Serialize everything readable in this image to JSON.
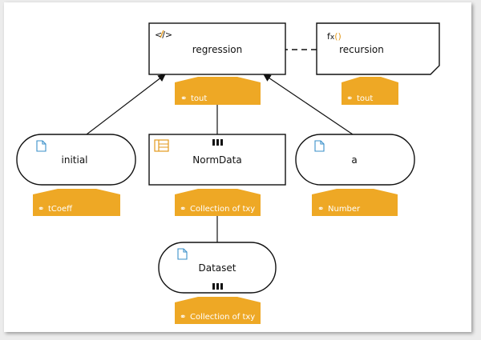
{
  "nodes": {
    "regression": {
      "label": "regression",
      "icon": "code-icon",
      "port": "tout"
    },
    "recursion": {
      "label": "recursion",
      "icon": "function-icon",
      "icon_text": "fx()",
      "port": "tout"
    },
    "initial": {
      "label": "initial",
      "icon": "document-icon",
      "port": "tCoeff"
    },
    "normdata": {
      "label": "NormData",
      "icon": "table-icon",
      "port": "Collection of txy"
    },
    "a": {
      "label": "a",
      "icon": "document-icon",
      "port": "Number"
    },
    "dataset": {
      "label": "Dataset",
      "icon": "document-icon",
      "port": "Collection of txy"
    }
  },
  "colors": {
    "tag": "#eea825",
    "tag_dark": "#d69214",
    "node_border": "#111111",
    "icon_blue": "#3a8fc9",
    "icon_orange": "#e39a1d"
  }
}
